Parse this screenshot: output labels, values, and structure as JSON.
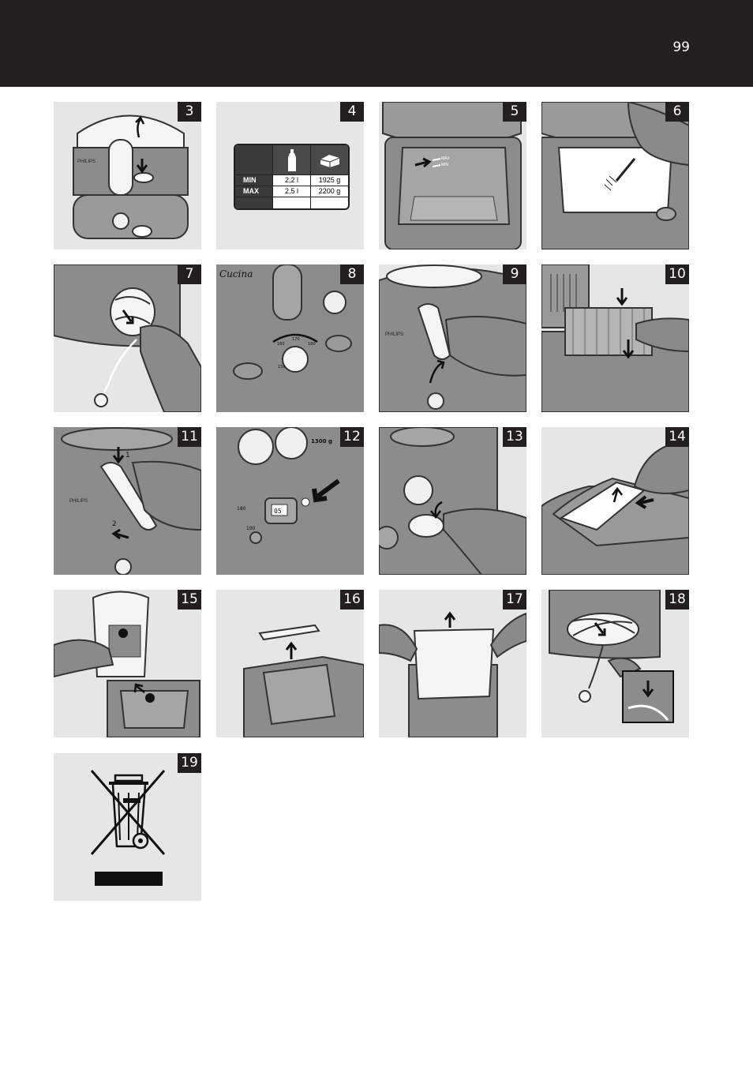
{
  "header": {
    "page_number": "99"
  },
  "panels": [
    {
      "number": "3"
    },
    {
      "number": "4"
    },
    {
      "number": "5"
    },
    {
      "number": "6"
    },
    {
      "number": "7"
    },
    {
      "number": "8"
    },
    {
      "number": "9"
    },
    {
      "number": "10"
    },
    {
      "number": "11"
    },
    {
      "number": "12"
    },
    {
      "number": "13"
    },
    {
      "number": "14"
    },
    {
      "number": "15"
    },
    {
      "number": "16"
    },
    {
      "number": "17"
    },
    {
      "number": "18"
    },
    {
      "number": "19"
    }
  ],
  "quantity_table": {
    "rows": [
      {
        "label": "MIN",
        "oil": "2,2 l",
        "food": "1925 g"
      },
      {
        "label": "MAX",
        "oil": "2,5 l",
        "food": "2200 g"
      }
    ]
  },
  "fryer_labels": {
    "brand": "PHILIPS",
    "model": "Cucina",
    "max_mark": "MAX",
    "min_mark": "MIN",
    "arrow_1": "1",
    "arrow_2": "2",
    "temp_150": "150",
    "temp_160": "160",
    "temp_170": "170",
    "temp_180": "180",
    "temp_190": "190",
    "weight_1300": "1300 g",
    "timer_display": "05"
  },
  "colors": {
    "header": "#231f20",
    "panel": "#e6e6e6",
    "appliance": "#8c8c8c"
  }
}
